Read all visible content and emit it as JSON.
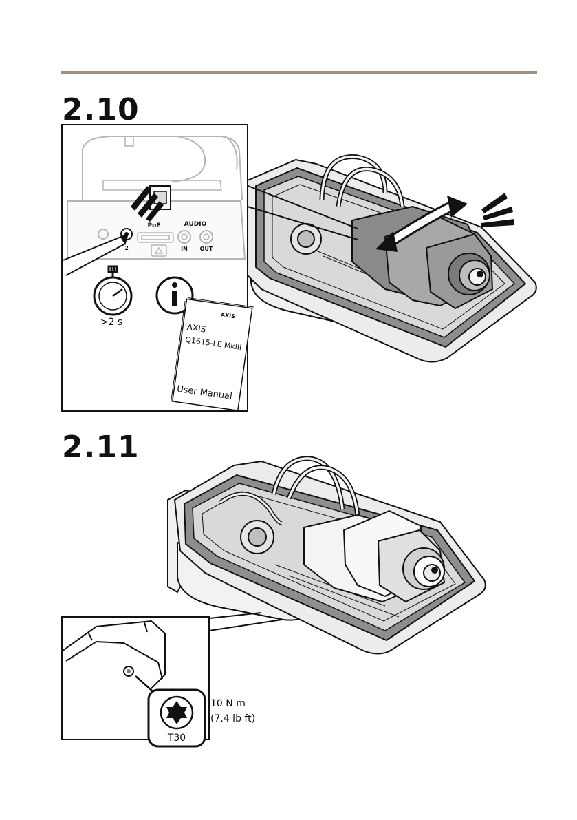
{
  "colors": {
    "rule": "#9e8f83",
    "ink": "#111111",
    "shade": "#8c8c8c",
    "light": "#e6e6e6"
  },
  "steps": [
    {
      "number": "2.10"
    },
    {
      "number": "2.11"
    }
  ],
  "step_2_10": {
    "ports": {
      "poe": "PoE",
      "audio": "AUDIO",
      "in": "IN",
      "out": "OUT",
      "button_number": "2"
    },
    "timer_label": ">2 s",
    "manual": {
      "brand": "AXIS",
      "model": "Q1615-LE MkIII",
      "title": "User Manual"
    },
    "icons": [
      "stopwatch-icon",
      "info-icon",
      "sound-lines-icon",
      "rotate-arrow-icon"
    ]
  },
  "step_2_11": {
    "torque": "10 N m",
    "torque_imperial": "(7.4 lb ft)",
    "bit": "T30",
    "icons": [
      "torx-bit-icon"
    ]
  }
}
